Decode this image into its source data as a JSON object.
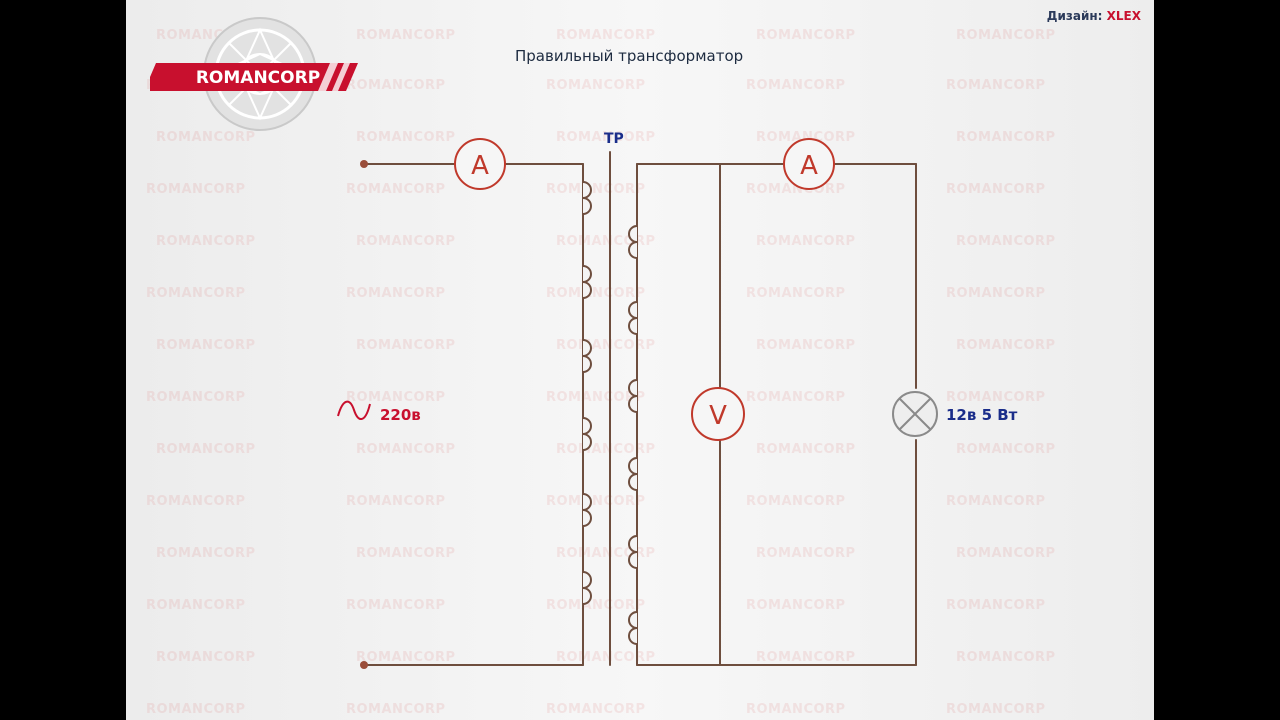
{
  "header": {
    "credit_label": "Дизайн:",
    "credit_name": "XLEX",
    "title": "Правильный трансформатор"
  },
  "logo": {
    "text": "ROMANCORP"
  },
  "watermark_text": "ROMANCORP",
  "diagram": {
    "transformer_label": "ТР",
    "primary_ammeter": "A",
    "secondary_ammeter": "A",
    "voltmeter": "V",
    "source_symbol": "∿",
    "source_label": "220в",
    "lamp_label": "12в 5 Вт"
  },
  "colors": {
    "wire": "#6e4e3e",
    "instrument": "#c0392b",
    "source_label": "#c8102e",
    "navy_label": "#1a2d8a",
    "brand_red": "#c8102e"
  }
}
